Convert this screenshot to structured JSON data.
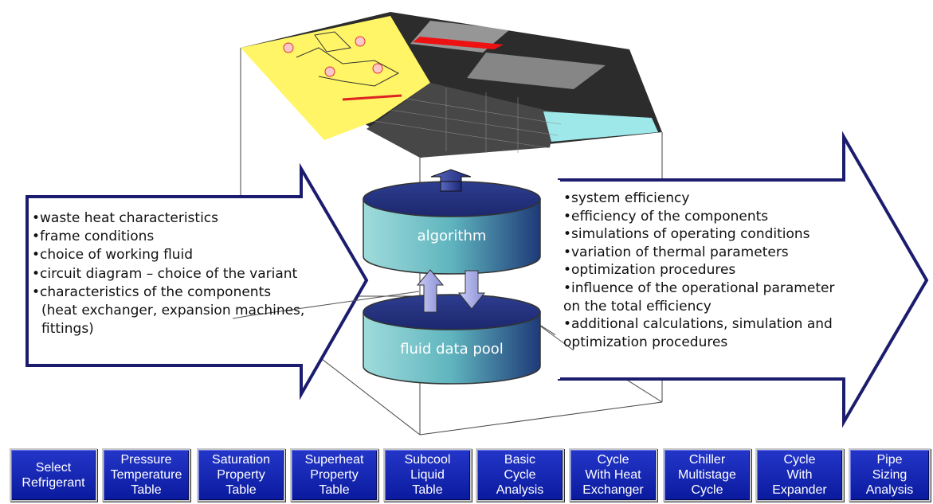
{
  "left_list": [
    "waste heat characteristics",
    "frame conditions",
    "choice of working fluid",
    "circuit diagram – choice of the variant",
    "characteristics of the components"
  ],
  "left_list_continuation": [
    "(heat exchanger, expansion machines,",
    "fittings)"
  ],
  "right_list": [
    "system efficiency",
    "efficiency of the components",
    "simulations of operating conditions",
    "variation of thermal parameters",
    "optimization procedures",
    "influence of the operational parameter"
  ],
  "right_list_continuation_1": "on the total efficiency",
  "right_list_item_7": "additional calculations, simulation and",
  "right_list_continuation_2": "optimization procedures",
  "cylinders": {
    "top": "algorithm",
    "bottom": "fluid data pool"
  },
  "toolbar": {
    "buttons": [
      "Select\nRefrigerant",
      "Pressure\nTemperature\nTable",
      "Saturation\nProperty\nTable",
      "Superheat\nProperty\nTable",
      "Subcool\nLiquid\nTable",
      "Basic\nCycle\nAnalysis",
      "Cycle\nWith Heat\nExchanger",
      "Chiller\nMultistage\nCycle",
      "Cycle\nWith\nExpander",
      "Pipe\nSizing\nAnalysis"
    ]
  },
  "colors": {
    "arrow_border": "#1c1c6e",
    "cylinder_top": "#2a3585",
    "cylinder_side": "#5dbfc3",
    "spreadsheet_yellow": "#fff66a",
    "toolbar_blue": "#1628b4"
  }
}
